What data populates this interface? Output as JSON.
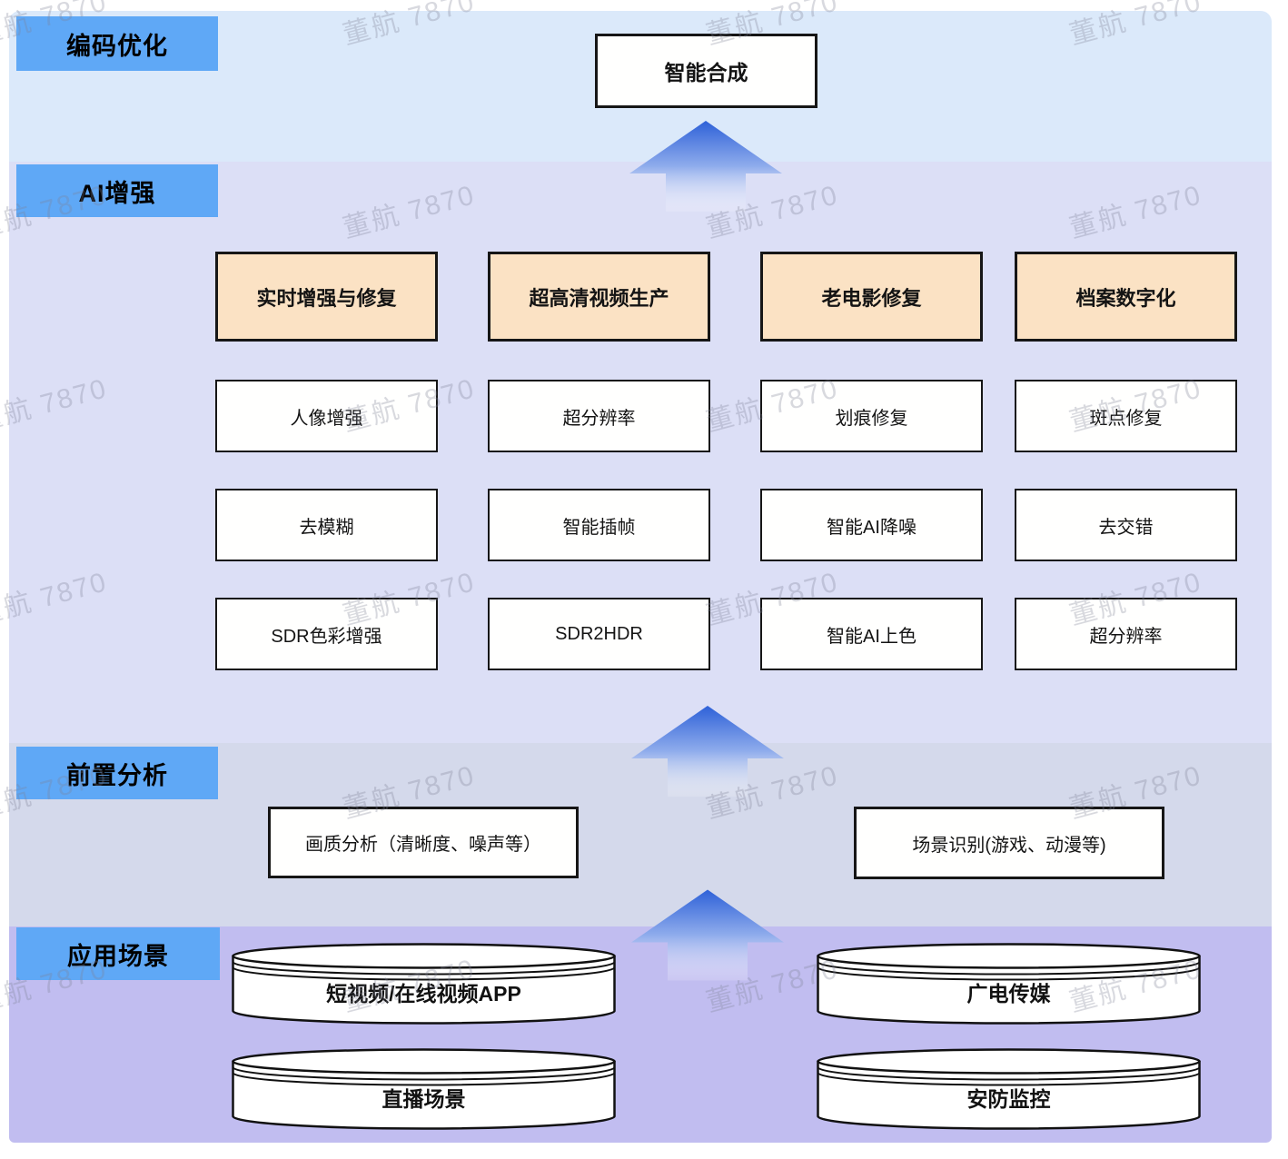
{
  "watermark": {
    "text": "董航 7870"
  },
  "colors": {
    "layer_encoding_bg": "#dbe9fa",
    "layer_ai_bg": "#dcdff6",
    "layer_pre_bg": "#d4d9eb",
    "layer_app_bg": "#c1bdf0",
    "label_blue": "#5fa8f6",
    "header_orange": "#fbe2c4",
    "arrow_blue": "#2e61d8",
    "box_border": "#161616",
    "box_fill": "#ffffff"
  },
  "layers": {
    "encoding": {
      "label": "编码优化"
    },
    "ai": {
      "label": "AI增强"
    },
    "pre": {
      "label": "前置分析"
    },
    "app": {
      "label": "应用场景"
    }
  },
  "encoding": {
    "box": "智能合成"
  },
  "ai_enhance": {
    "columns": [
      {
        "header": "实时增强与修复",
        "items": [
          "人像增强",
          "去模糊",
          "SDR色彩增强"
        ]
      },
      {
        "header": "超高清视频生产",
        "items": [
          "超分辨率",
          "智能插帧",
          "SDR2HDR"
        ]
      },
      {
        "header": "老电影修复",
        "items": [
          "划痕修复",
          "智能AI降噪",
          "智能AI上色"
        ]
      },
      {
        "header": "档案数字化",
        "items": [
          "斑点修复",
          "去交错",
          "超分辨率"
        ]
      }
    ]
  },
  "pre_analysis": {
    "boxes": [
      "画质分析（清晰度、噪声等）",
      "场景识别(游戏、动漫等)"
    ]
  },
  "application": {
    "cylinders": [
      "短视频/在线视频APP",
      "直播场景",
      "广电传媒",
      "安防监控"
    ]
  }
}
